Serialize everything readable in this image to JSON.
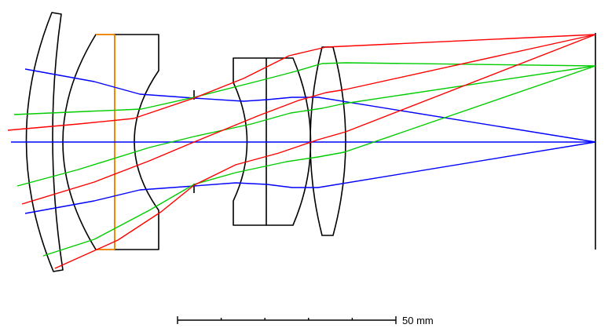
{
  "diagram": {
    "scale_bar": {
      "label": "50 mm",
      "divisions": 5
    },
    "ray_bundles": [
      {
        "field": "on-axis",
        "color": "#0000ff"
      },
      {
        "field": "mid-field",
        "color": "#00cc00"
      },
      {
        "field": "full-field",
        "color": "#ff0000"
      }
    ],
    "colors": {
      "lens_outline": "#000000",
      "doublet_interface": "#ff8c00",
      "image_plane": "#000000"
    }
  }
}
